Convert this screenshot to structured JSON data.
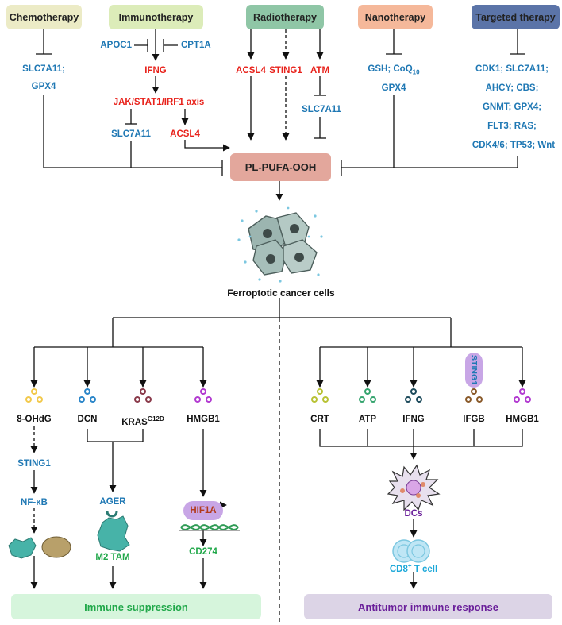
{
  "therapies": {
    "chemotherapy": "Chemotherapy",
    "immunotherapy": "Immunotherapy",
    "radiotherapy": "Radiotherapy",
    "nanotherapy": "Nanotherapy",
    "targeted_therapy": "Targeted therapy"
  },
  "chemo": {
    "targets_line1": "SLC7A11;",
    "targets_line2": "GPX4"
  },
  "immuno": {
    "apoc1": "APOC1",
    "cpt1a": "CPT1A",
    "ifng": "IFNG",
    "jak_axis": "JAK/STAT1/IRF1 axis",
    "slc7a11": "SLC7A11",
    "acsl4": "ACSL4"
  },
  "radio": {
    "acsl4": "ACSL4",
    "sting1": "STING1",
    "atm": "ATM",
    "slc7a11": "SLC7A11"
  },
  "nano": {
    "gsh_coq": "GSH; CoQ",
    "coq_sub": "10",
    "gpx4": "GPX4"
  },
  "targeted": {
    "line1": "CDK1; SLC7A11;",
    "line2": "AHCY; CBS;",
    "line3": "GNMT; GPX4;",
    "line4": "FLT3; RAS;",
    "line5": "CDK4/6; TP53; Wnt"
  },
  "center": {
    "pl_pufa": "PL-PUFA-OOH",
    "ferroptotic": "Ferroptotic cancer cells"
  },
  "left": {
    "ohdg": "8-OHdG",
    "dcn": "DCN",
    "kras": "KRAS",
    "kras_sup": "G12D",
    "hmgb1": "HMGB1",
    "sting1": "STING1",
    "nfkb": "NF-κB",
    "ager": "AGER",
    "m2tam": "M2 TAM",
    "hif1a": "HIF1A",
    "cd274": "CD274",
    "immune_suppression": "Immune suppression"
  },
  "right": {
    "crt": "CRT",
    "atp": "ATP",
    "ifng": "IFNG",
    "ifgb": "IFGB",
    "hmgb1": "HMGB1",
    "sting1": "STING1",
    "dcs": "DCs",
    "cd8": "CD8",
    "cd8_sup": "+",
    "tcell": " T cell",
    "antitumor": "Antitumor immune response"
  },
  "colors": {
    "chemo_box": "#ecebc6",
    "immuno_box": "#dcecb9",
    "radio_box": "#8fc6a6",
    "nano_box": "#f5b89a",
    "targeted_box": "#5b74a8",
    "center_box": "#e3a79c",
    "suppression_box": "#d6f5dc",
    "antitumor_box": "#dcd4e6",
    "blue_text": "#1f78b4",
    "red_text": "#e8221b",
    "green_text": "#21a84a",
    "purple_text": "#6a1f9a",
    "cyan_text": "#1ca8d9"
  }
}
